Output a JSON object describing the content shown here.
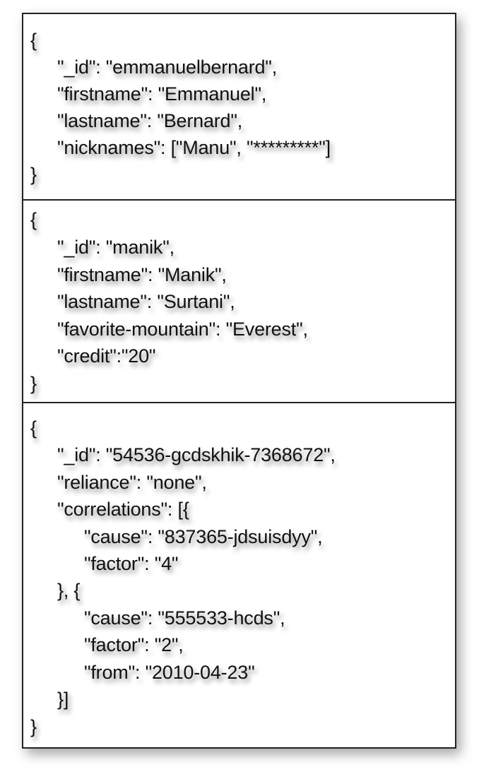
{
  "documents": [
    {
      "lines": [
        "{",
        "\"_id\": \"emmanuelbernard\",",
        "\"firstname\": \"Emmanuel\",",
        "\"lastname\": \"Bernard\",",
        "\"nicknames\": [\"Manu\", \"*********\"]",
        "}"
      ]
    },
    {
      "lines": [
        "{",
        "\"_id\": \"manik\",",
        "\"firstname\": \"Manik\",",
        "\"lastname\": \"Surtani\",",
        "\"favorite-mountain\": \"Everest\",",
        "\"credit\":\"20\"",
        "}"
      ]
    },
    {
      "lines": [
        "{",
        "\"_id\": \"54536-gcdskhik-7368672\",",
        "\"reliance\": \"none\",",
        "\"correlations\": [{",
        "\"cause\": \"837365-jdsuisdyy\",",
        "\"factor\": \"4\"",
        "}, {",
        "\"cause\": \"555533-hcds\",",
        "\"factor\": \"2\",",
        "\"from\": \"2010-04-23\"",
        "}]",
        "}"
      ]
    }
  ]
}
